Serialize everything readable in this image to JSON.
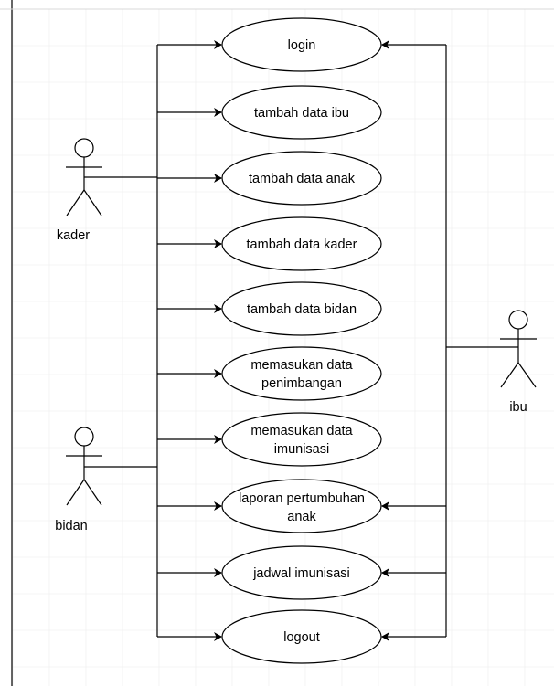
{
  "diagram": {
    "actors": {
      "kader": "kader",
      "bidan": "bidan",
      "ibu": "ibu"
    },
    "use_cases": [
      {
        "id": "login",
        "lines": [
          "login"
        ]
      },
      {
        "id": "tambah-data-ibu",
        "lines": [
          "tambah data ibu"
        ]
      },
      {
        "id": "tambah-data-anak",
        "lines": [
          "tambah data anak"
        ]
      },
      {
        "id": "tambah-data-kader",
        "lines": [
          "tambah data kader"
        ]
      },
      {
        "id": "tambah-data-bidan",
        "lines": [
          "tambah data bidan"
        ]
      },
      {
        "id": "memasukan-data-penimbangan",
        "lines": [
          "memasukan data",
          "penimbangan"
        ]
      },
      {
        "id": "memasukan-data-imunisasi",
        "lines": [
          "memasukan data",
          "imunisasi"
        ]
      },
      {
        "id": "laporan-pertumbuhan-anak",
        "lines": [
          "laporan pertumbuhan",
          "anak"
        ]
      },
      {
        "id": "jadwal-imunisasi",
        "lines": [
          "jadwal imunisasi"
        ]
      },
      {
        "id": "logout",
        "lines": [
          "logout"
        ]
      }
    ],
    "colors": {
      "stroke": "#000000",
      "fill": "#ffffff",
      "grid": "#ececec",
      "border": "#000000"
    }
  }
}
